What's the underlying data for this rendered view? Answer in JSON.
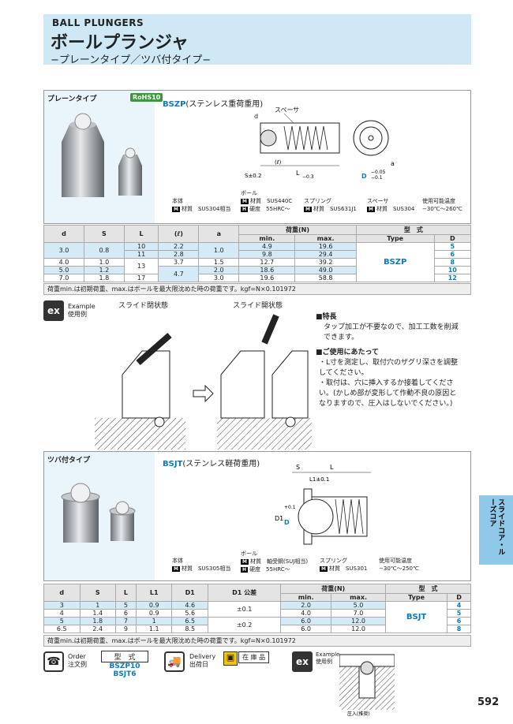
{
  "header": {
    "en_title": "BALL PLUNGERS",
    "jp_title": "ボールプランジャ",
    "subtitle": "−プレーンタイプ／ツバ付タイプ−"
  },
  "plain": {
    "section_label": "プレーンタイプ",
    "rohs": "RoHS10",
    "code": "BSZP",
    "code_desc": "(ステンレス重荷重用)",
    "dim_labels": {
      "spacer": "スペーサ",
      "d": "d",
      "l_paren": "(ℓ)",
      "s": "S±0.2",
      "L": "L",
      "L_tol": "0\n−0.3",
      "a": "a",
      "D": "D",
      "D_tol": "−0.05\n−0.1"
    },
    "materials": {
      "body_label": "本体",
      "body_mat": "材質　SUS304相当",
      "ball_label": "ボール",
      "ball_mat": "材質　SUS440C",
      "ball_hard": "硬度　55HRC〜",
      "spring_label": "スプリング",
      "spring_mat": "材質　SUS631J1",
      "spacer_label": "スペーサ",
      "spacer_mat": "材質　SUS304",
      "temp_label": "使用可能温度",
      "temp": "−30℃〜260℃"
    },
    "table": {
      "headers": [
        "d",
        "S",
        "L",
        "(ℓ)",
        "a",
        "荷重(N)",
        "型　式"
      ],
      "subheaders": [
        "min.",
        "max.",
        "Type",
        "D"
      ],
      "rows": [
        [
          "3.0",
          "0.8",
          "10",
          "2.2",
          "1.0",
          "4.9",
          "19.6",
          "5"
        ],
        [
          "",
          "",
          "11",
          "2.8",
          "",
          "9.8",
          "29.4",
          "6"
        ],
        [
          "4.0",
          "1.0",
          "13",
          "3.7",
          "1.5",
          "12.7",
          "39.2",
          "8"
        ],
        [
          "5.0",
          "1.2",
          "",
          "4.7",
          "2.0",
          "18.6",
          "49.0",
          "10"
        ],
        [
          "7.0",
          "1.8",
          "17",
          "",
          "3.0",
          "19.6",
          "58.8",
          "12"
        ]
      ],
      "type": "BSZP",
      "note": "荷重min.は初期荷重、max.はボールを最大限沈めた時の荷重です。kgf=N×0.101972"
    }
  },
  "example": {
    "badge": "ex",
    "label_en": "Example",
    "label_jp": "使用例",
    "closed": "スライド閉状態",
    "open": "スライド開状態",
    "feature_head": "■特長",
    "feature_text": "タップ加工が不要なので、加工工数を削減できます。",
    "caution_head": "■ご使用にあたって",
    "caution_1": "・L寸を測定し、取付穴のザグリ深さを調整してください。",
    "caution_2": "・取付は、穴に挿入するか接着してください。(かしめ部が変形して作動不良の原因となりますので、圧入はしないでください。)"
  },
  "flange": {
    "section_label": "ツバ付タイプ",
    "code": "BSJT",
    "code_desc": "(ステンレス軽荷重用)",
    "dim_labels": {
      "s": "S",
      "L": "L",
      "L1": "L1±0.1",
      "D1": "D1",
      "D": "D",
      "D_tol": "+0.1\n0"
    },
    "materials": {
      "body_label": "本体",
      "body_mat": "材質　SUS305相当",
      "ball_label": "ボール",
      "ball_mat": "材質　軸受鋼(SUJ相当)",
      "ball_hard": "硬度　55HRC〜",
      "spring_label": "スプリング",
      "spring_mat": "材質　SUS301",
      "temp_label": "使用可能温度",
      "temp": "−30℃〜250℃"
    },
    "table": {
      "headers": [
        "d",
        "S",
        "L",
        "L1",
        "D1",
        "D1\n公差",
        "荷重(N)",
        "型　式"
      ],
      "subheaders": [
        "min.",
        "max.",
        "Type",
        "D"
      ],
      "rows": [
        [
          "3",
          "1",
          "5",
          "0.9",
          "4.6",
          "±0.1",
          "2.0",
          "5.0",
          "4"
        ],
        [
          "4",
          "1.4",
          "6",
          "0.9",
          "5.6",
          "",
          "4.0",
          "7.0",
          "5"
        ],
        [
          "5",
          "1.8",
          "7",
          "1",
          "6.5",
          "±0.2",
          "6.0",
          "12.0",
          "6"
        ],
        [
          "6.5",
          "2.4",
          "9",
          "1.1",
          "8.5",
          "",
          "6.0",
          "12.0",
          "8"
        ]
      ],
      "type": "BSJT",
      "note": "荷重min.は初期荷重、max.はボールを最大限沈めた時の荷重です。kgf=N×0.101972"
    }
  },
  "footer": {
    "order_en": "Order",
    "order_jp": "注文例",
    "model_label": "型　式",
    "model_1": "BSZP10",
    "model_2": "BSJT6",
    "delivery_en": "Delivery",
    "delivery_jp": "出荷日",
    "stock": "在 庫 品",
    "example_en": "Example",
    "example_jp": "使用例",
    "page": "592",
    "note_small": "圧入(推奨)"
  },
  "side_tab": "スライドコア・ルーズコア",
  "colors": {
    "accent": "#0a7ac0",
    "header_bg": "#cfe8f6",
    "side_tab": "#8fc9ea"
  }
}
